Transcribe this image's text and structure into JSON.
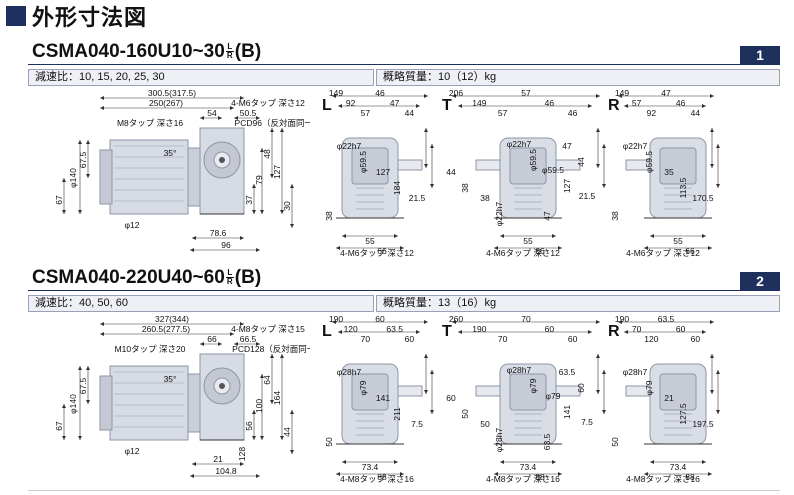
{
  "page_title": "外形寸法図",
  "sections": [
    {
      "model_prefix": "CSMA040-160U10~30",
      "lr_top": "L",
      "lr_bottom": "R",
      "model_suffix": "(B)",
      "number": "1",
      "ratio_label": "減速比",
      "ratio_value": "10, 15, 20, 25, 30",
      "mass_label": "概略質量",
      "mass_value": "10（12）kg",
      "views": {
        "side": {
          "dims": [
            "300.5(317.5)",
            "250(267)",
            "50.5",
            "54",
            "M8タップ 深さ16",
            "4-M6タップ 深さ12",
            "PCD96（反対面同一）",
            "φ140",
            "67.5",
            "67",
            "φ12",
            "35°",
            "48",
            "127",
            "79",
            "37",
            "30",
            "78.6",
            "96"
          ]
        },
        "L": {
          "label": "L",
          "dims": [
            "149",
            "92",
            "57",
            "46",
            "47",
            "44",
            "38",
            "φ22h7",
            "φ59.5",
            "127",
            "184",
            "21.5",
            "4-M6タップ 深さ12",
            "55",
            "66"
          ]
        },
        "T": {
          "label": "T",
          "dims": [
            "206",
            "149",
            "57",
            "57",
            "46",
            "46",
            "47",
            "47",
            "44",
            "44",
            "38",
            "38",
            "φ22h7",
            "φ22h7",
            "φ59.5",
            "φ59.5",
            "127",
            "21.5",
            "4-M6タップ 深さ12",
            "55",
            "66"
          ]
        },
        "R": {
          "label": "R",
          "dims": [
            "149",
            "57",
            "92",
            "47",
            "46",
            "44",
            "38",
            "φ22h7",
            "φ59.5",
            "35",
            "113.5",
            "170.5",
            "4-M6タップ 深さ12",
            "55",
            "66"
          ]
        }
      }
    },
    {
      "model_prefix": "CSMA040-220U40~60",
      "lr_top": "L",
      "lr_bottom": "R",
      "model_suffix": "(B)",
      "number": "2",
      "ratio_label": "減速比",
      "ratio_value": "40, 50, 60",
      "mass_label": "概略質量",
      "mass_value": "13（16）kg",
      "views": {
        "side": {
          "dims": [
            "327(344)",
            "260.5(277.5)",
            "66.5",
            "66",
            "M10タップ 深さ20",
            "4-M8タップ 深さ15",
            "PCD128（反対面同一）",
            "φ140",
            "67.5",
            "67",
            "φ12",
            "35°",
            "64",
            "164",
            "100",
            "56",
            "44",
            "21",
            "104.8",
            "128"
          ]
        },
        "L": {
          "label": "L",
          "dims": [
            "190",
            "120",
            "70",
            "60",
            "63.5",
            "60",
            "50",
            "φ28h7",
            "φ79",
            "141",
            "211",
            "7.5",
            "4-M8タップ 深さ16",
            "73.4",
            "88"
          ]
        },
        "T": {
          "label": "T",
          "dims": [
            "260",
            "190",
            "70",
            "70",
            "60",
            "60",
            "63.5",
            "63.5",
            "60",
            "60",
            "50",
            "50",
            "φ28h7",
            "φ28h7",
            "φ79",
            "φ79",
            "141",
            "7.5",
            "4-M8タップ 深さ16",
            "73.4",
            "88"
          ]
        },
        "R": {
          "label": "R",
          "dims": [
            "190",
            "70",
            "120",
            "63.5",
            "60",
            "60",
            "50",
            "φ28h7",
            "φ79",
            "21",
            "127.5",
            "197.5",
            "4-M8タップ 深さ16",
            "73.4",
            "88"
          ]
        }
      }
    }
  ]
}
